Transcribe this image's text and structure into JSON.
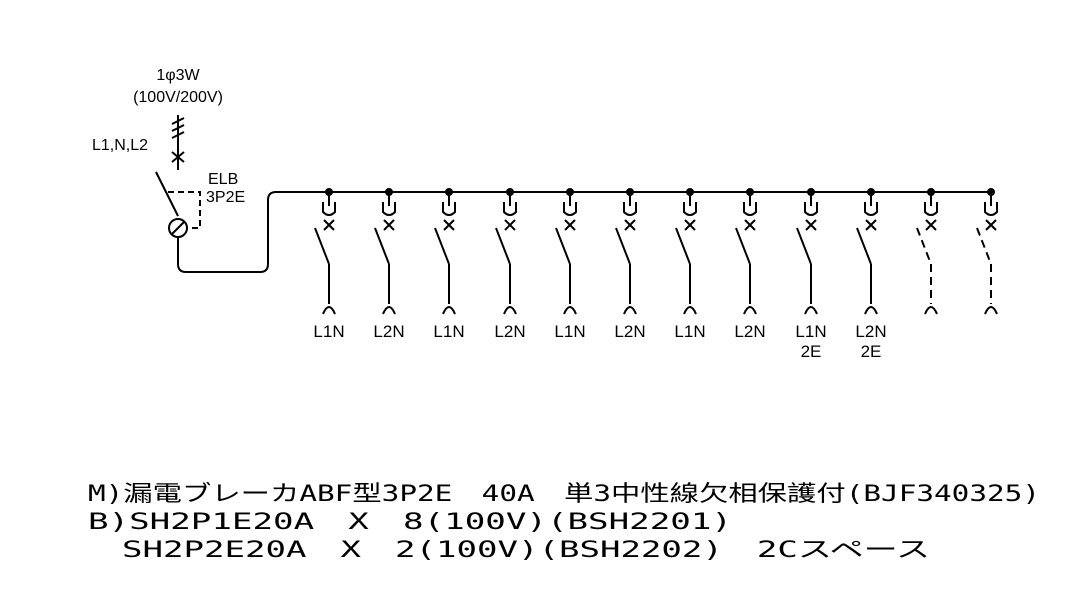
{
  "supply": {
    "phase_label": "1φ3W",
    "voltage_label": "(100V/200V)",
    "lines_label": "L1,N,L2"
  },
  "main_breaker": {
    "type_label": "ELB",
    "poles_label": "3P2E"
  },
  "branches": [
    {
      "line1": "L1N",
      "line2": "",
      "spare": false
    },
    {
      "line1": "L2N",
      "line2": "",
      "spare": false
    },
    {
      "line1": "L1N",
      "line2": "",
      "spare": false
    },
    {
      "line1": "L2N",
      "line2": "",
      "spare": false
    },
    {
      "line1": "L1N",
      "line2": "",
      "spare": false
    },
    {
      "line1": "L2N",
      "line2": "",
      "spare": false
    },
    {
      "line1": "L1N",
      "line2": "",
      "spare": false
    },
    {
      "line1": "L2N",
      "line2": "",
      "spare": false
    },
    {
      "line1": "L1N",
      "line2": "2E",
      "spare": false
    },
    {
      "line1": "L2N",
      "line2": "2E",
      "spare": false
    },
    {
      "line1": "",
      "line2": "",
      "spare": true
    },
    {
      "line1": "",
      "line2": "",
      "spare": true
    }
  ],
  "notes": [
    "M)漏電ブレーカABF型3P2E　40A　単3中性線欠相保護付(BJF340325)",
    "B)SH2P1E20A　X　8(100V)(BSH2201)",
    "　SH2P2E20A　X　2(100V)(BSH2202)　2Cスペース"
  ]
}
